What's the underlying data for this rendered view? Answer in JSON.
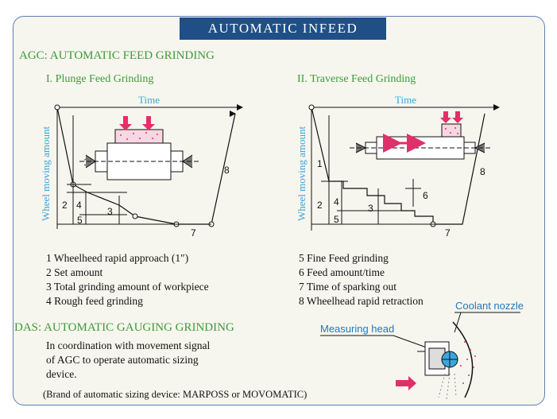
{
  "title": "AUTOMATIC INFEED",
  "agc_heading": "AGC: AUTOMATIC FEED GRINDING",
  "plunge": {
    "heading": "I. Plunge Feed Grinding",
    "x_axis": "Time",
    "y_axis": "Wheel moving amount",
    "markers": [
      "1",
      "2",
      "3",
      "4",
      "5",
      "7",
      "8"
    ]
  },
  "traverse": {
    "heading": "II. Traverse Feed Grinding",
    "x_axis": "Time",
    "y_axis": "Wheel moving amount",
    "markers": [
      "1",
      "2",
      "3",
      "4",
      "5",
      "6",
      "7",
      "8"
    ]
  },
  "legend_left": [
    "1 Wheelheed rapid approach (1″)",
    "2 Set amount",
    "3 Total grinding amount of workpiece",
    "4 Rough feed grinding"
  ],
  "legend_right": [
    "5 Fine Feed grinding",
    "6 Feed amount/time",
    "7 Time of sparking out",
    "8 Wheelhead rapid retraction"
  ],
  "das_heading": "DAS: AUTOMATIC GAUGING GRINDING",
  "das_text": [
    "In coordination with movement signal",
    "of AGC to operate automatic sizing",
    "device."
  ],
  "brand_note": "(Brand of automatic sizing device: MARPOSS or MOVOMATIC)",
  "labels": {
    "coolant_nozzle": "Coolant nozzle",
    "measuring_head": "Measuring head"
  },
  "colors": {
    "banner": "#1f4f86",
    "heading_green": "#3f9a3a",
    "axis_blue": "#3aa6dc",
    "accent_magenta": "#e0306a"
  }
}
